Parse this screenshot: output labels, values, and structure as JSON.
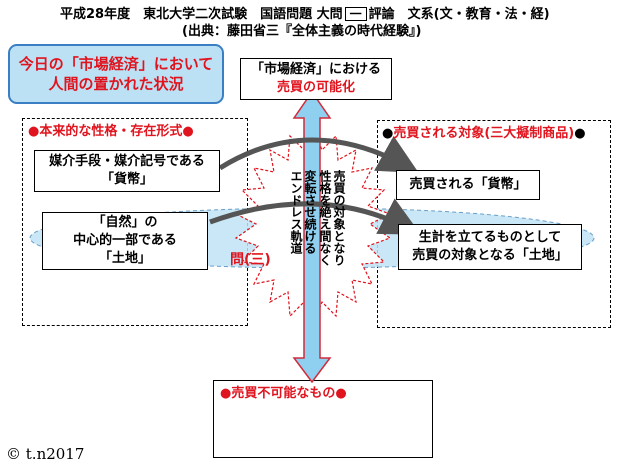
{
  "header": {
    "line1_a": "平成28年度　東北大学二次試験　国語問題 大問",
    "line1_box": "一",
    "line1_b": "評論　文系(文・教育・法・経)",
    "line2": "(出典：藤田省三『全体主義の時代経験』)"
  },
  "title_box": {
    "line1": "今日の「市場経済」において",
    "line2": "人間の置かれた状況"
  },
  "top_box": {
    "line1": "「市場経済」における",
    "line2": "売買の可能化"
  },
  "left_panel": {
    "label": "●本来的な性格・存在形式●",
    "box1": {
      "line1": "媒介手段・媒介記号である",
      "line2": "「貨幣」"
    },
    "box2": {
      "line1": "「自然」の",
      "line2": "中心的一部である",
      "line3": "「土地」"
    }
  },
  "right_panel": {
    "label_dot1": "●",
    "label_text": "売買される対象(三大擬制商品)",
    "label_dot2": "●",
    "box1": "売買される「貨幣」",
    "box2": {
      "line1": "生計を立てるものとして",
      "line2": "売買の対象となる「土地」"
    }
  },
  "center_text": {
    "col1": "売買の対象となり",
    "col2": "性格を絶え間なく",
    "col3": "変転させ続ける",
    "col4": "エンドレス軌道"
  },
  "question_label": "問(三)",
  "bottom_box": {
    "label_dot1": "●",
    "label_text": "売買不可能なもの",
    "label_dot2": "●"
  },
  "copyright": "© t.n2017",
  "colors": {
    "title_fill": "#bde1f4",
    "title_border": "#3a7fc4",
    "accent_red": "#e0141e",
    "arrow_fill": "#8fcff0",
    "ellipse_fill": "#bfe3f5"
  }
}
